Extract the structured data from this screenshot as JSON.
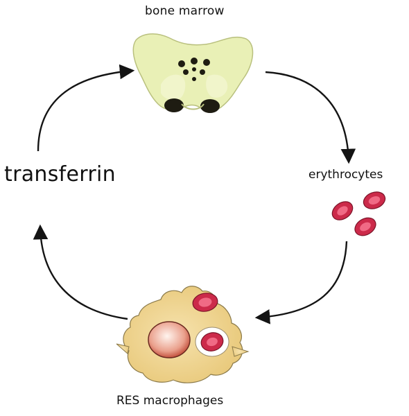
{
  "nodes": {
    "bone_marrow": {
      "label": "bone marrow",
      "icon": "pelvis-bone-icon"
    },
    "erythrocytes": {
      "label": "erythrocytes",
      "icon": "red-blood-cells-icon"
    },
    "res_macrophages": {
      "label": "RES macrophages",
      "icon": "macrophage-icon"
    },
    "transferrin": {
      "label": "transferrin"
    }
  },
  "colors": {
    "bone": "#e9f0b6",
    "bone_holes": "#1e1c12",
    "rbc_outer": "#cc2a4a",
    "rbc_inner": "#f06a85",
    "macrophage_body": "#f2d792",
    "macrophage_nucleus": "#e99a86",
    "arrow": "#141414"
  }
}
